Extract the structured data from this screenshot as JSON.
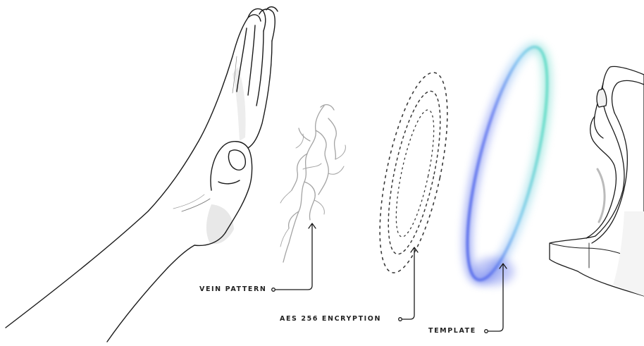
{
  "labels": {
    "vein_pattern": "VEIN PATTERN",
    "encryption": "AES 256  ENCRYPTION",
    "template": "TEMPLATE"
  },
  "colors": {
    "line": "#1a1a1a",
    "label_text": "#222222",
    "ring_blue": "#4a63e0",
    "ring_teal": "#57d6c3",
    "vein": "#9a9a9a",
    "hand_shadow": "#e6e6e6"
  },
  "icons": {
    "hand": "hand-palm-icon",
    "vein": "vein-pattern-icon",
    "encryption": "dashed-circles-icon",
    "template": "glowing-ring-icon",
    "scanner": "palm-scanner-icon"
  }
}
